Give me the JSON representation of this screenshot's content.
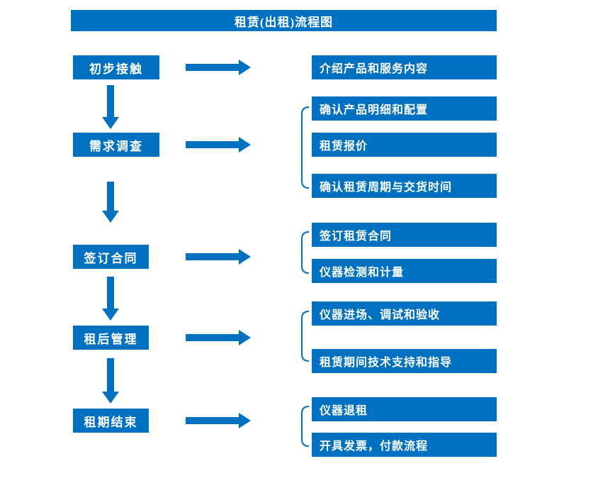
{
  "title": "租赁(出租)流程图",
  "colors": {
    "primary": "#0070C0",
    "text": "#FFFFFF"
  },
  "stages": [
    {
      "label": "初步接触",
      "details": [
        "介绍产品和服务内容"
      ]
    },
    {
      "label": "需求调查",
      "details": [
        "确认产品明细和配置",
        "租赁报价",
        "确认租赁周期与交货时间"
      ]
    },
    {
      "label": "签订合同",
      "details": [
        "签订租赁合同",
        "仪器检测和计量"
      ]
    },
    {
      "label": "租后管理",
      "details": [
        "仪器进场、调试和验收",
        "租赁期间技术支持和指导"
      ]
    },
    {
      "label": "租期结束",
      "details": [
        "仪器退租",
        "开具发票，付款流程"
      ]
    }
  ]
}
